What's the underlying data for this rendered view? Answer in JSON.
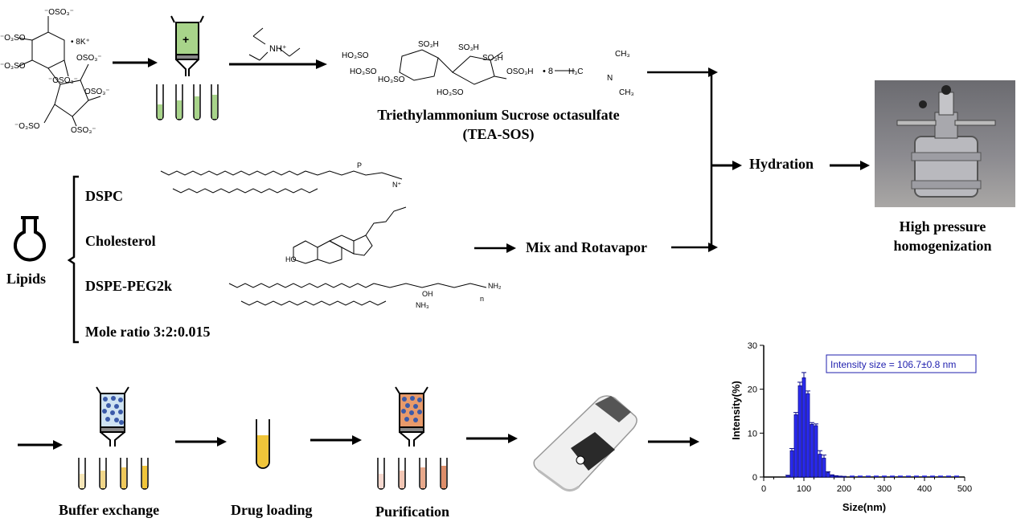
{
  "colors": {
    "arrow": "#000000",
    "bar": "#2b2bf0",
    "bar_edge": "#0b0b8a",
    "green_fill": "#a8d48a",
    "blue_beads": "#3b5ba9",
    "orange_beads": "#e89a6a",
    "yellow": "#f0c53a"
  },
  "top": {
    "salt_label": "• 8K⁺",
    "reagent_label": "NH⁺",
    "product_name_line1": "Triethylammonium Sucrose octasulfate",
    "product_name_line2": "(TEA-SOS)",
    "product_multiplier": "• 8",
    "sulfate_groups": [
      "HO₃SO",
      "SO₃H",
      "SO₃H",
      "SO₃H",
      "HO₃SO",
      "HO₃SO",
      "OSO₃H",
      "HO₃SO"
    ],
    "salt_groups": [
      "⁻OSO₃⁻",
      "⁻O₃SO",
      "⁻O₃SO",
      "⁻OSO₃⁻",
      "OSO₃⁻",
      "⁻O₃SO",
      "OSO₃⁻",
      "OSO₃⁻"
    ]
  },
  "lipids": {
    "flask_label": "Lipids",
    "items": [
      "DSPC",
      "Cholesterol",
      "DSPE-PEG2k"
    ],
    "ratio": "Mole ratio 3:2:0.015",
    "peg_labels": [
      "NH₂",
      "NH₃",
      "n",
      "OH"
    ]
  },
  "steps": {
    "mix": "Mix and Rotavapor",
    "hydration": "Hydration",
    "hph_line1": "High pressure",
    "hph_line2": "homogenization",
    "buffer_exchange": "Buffer exchange",
    "drug_loading": "Drug loading",
    "purification": "Purification"
  },
  "chart_data": {
    "type": "bar",
    "xlabel": "Size(nm)",
    "ylabel": "Intensity(%)",
    "xlim": [
      0,
      500
    ],
    "ylim": [
      0,
      30
    ],
    "xticks": [
      0,
      100,
      200,
      300,
      400,
      500
    ],
    "yticks": [
      0,
      10,
      20,
      30
    ],
    "annotation": "Intensity size = 106.7±0.8 nm",
    "x": [
      60,
      70,
      80,
      90,
      100,
      110,
      120,
      130,
      140,
      150,
      160,
      170,
      180,
      190,
      200
    ],
    "values": [
      0.3,
      6.0,
      14.2,
      20.8,
      22.6,
      19.0,
      12.0,
      11.7,
      5.2,
      4.3,
      1.0,
      0.4,
      0.2,
      0.1,
      0.1
    ],
    "errors": [
      0.1,
      0.5,
      0.5,
      0.8,
      1.2,
      0.6,
      0.4,
      0.4,
      0.8,
      0.7,
      0.2,
      0.1,
      0.1,
      0.1,
      0.05
    ],
    "grid": false
  }
}
